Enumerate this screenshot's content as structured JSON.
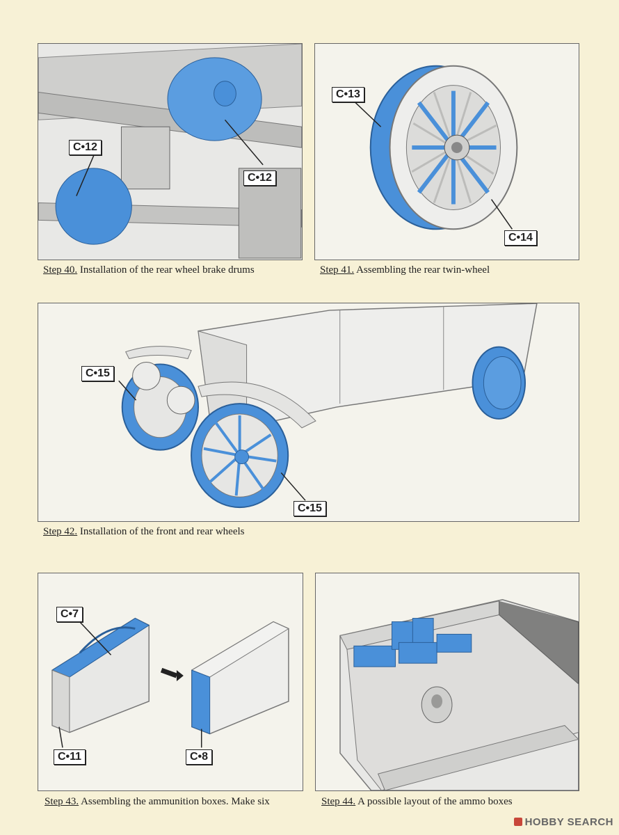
{
  "steps": [
    {
      "number": "Step 40.",
      "text": " Installation of the rear wheel brake drums",
      "labels": [
        "C•12",
        "C•12"
      ]
    },
    {
      "number": "Step 41.",
      "text": " Assembling the rear twin-wheel",
      "labels": [
        "C•13",
        "C•14"
      ]
    },
    {
      "number": "Step 42.",
      "text": " Installation of the front and rear wheels",
      "labels": [
        "C•15",
        "C•15"
      ]
    },
    {
      "number": "Step 43.",
      "text": " Assembling the ammunition boxes. Make six",
      "labels": [
        "C•7",
        "C•11",
        "C•8"
      ]
    },
    {
      "number": "Step 44.",
      "text": " A possible layout of the ammo boxes",
      "labels": []
    }
  ],
  "watermark": "HOBBY SEARCH",
  "colors": {
    "part_highlight": "#4a90d9",
    "page_bg": "#f7f1d6",
    "panel_bg": "#f4f3ec"
  }
}
